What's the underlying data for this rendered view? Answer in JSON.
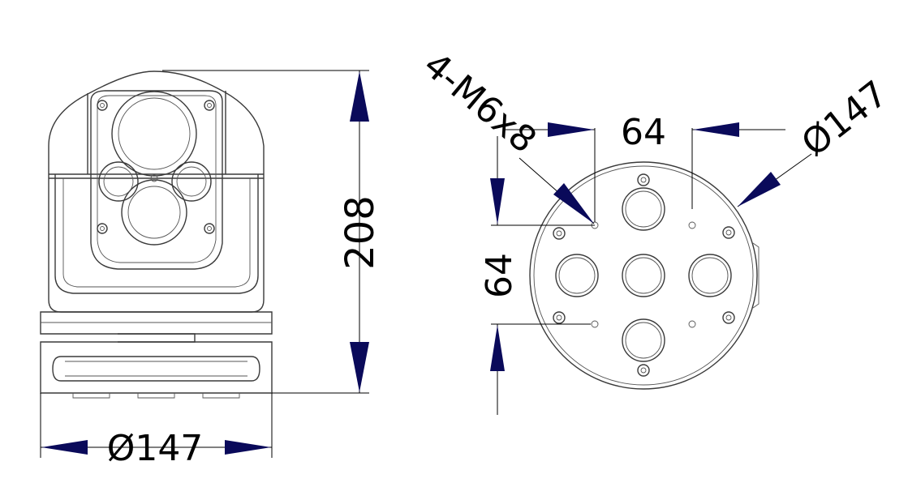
{
  "front_view": {
    "height_label": "208",
    "width_label": "Ø147"
  },
  "bottom_view": {
    "hole_spec_label": "4-M6x8",
    "horizontal_spacing_label": "64",
    "vertical_spacing_label": "64",
    "diameter_label": "Ø147"
  },
  "colors": {
    "arrow": "#0a0a5a",
    "outline": "#3a3a3a",
    "dimension_line": "#000000"
  }
}
